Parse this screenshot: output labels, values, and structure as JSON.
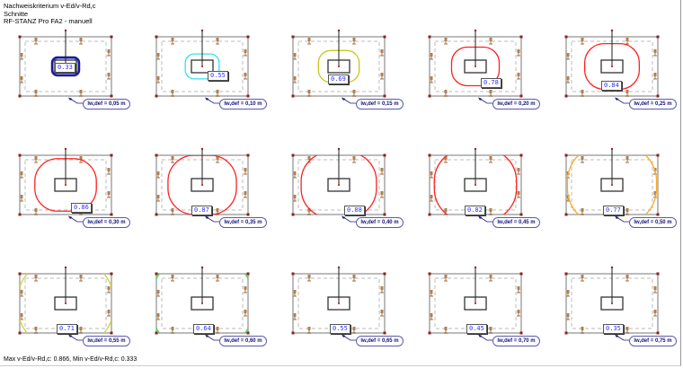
{
  "header": {
    "line1": "Nachweiskriterium v-Ed/v-Rd,c",
    "line2": "Schnitte",
    "line3": "RF-STANZ Pro FA2 - manuell"
  },
  "panels": [
    {
      "lw": "lw,def = 0,05 m",
      "value": "0.33",
      "color": "#1a1a9a"
    },
    {
      "lw": "lw,def = 0,10 m",
      "value": "0.55",
      "color": "#30e0f0"
    },
    {
      "lw": "lw,def = 0,15 m",
      "value": "0.69",
      "color": "#c8c820"
    },
    {
      "lw": "lw,def = 0,20 m",
      "value": "0.78",
      "color": "#ff2020"
    },
    {
      "lw": "lw,def = 0,25 m",
      "value": "0.84",
      "color": "#ff2020"
    },
    {
      "lw": "lw,def = 0,30 m",
      "value": "0.86",
      "color": "#ff2020"
    },
    {
      "lw": "lw,def = 0,35 m",
      "value": "0.87",
      "color": "#ff2020"
    },
    {
      "lw": "lw,def = 0,40 m",
      "value": "0.88",
      "color": "#ff2020"
    },
    {
      "lw": "lw,def = 0,45 m",
      "value": "0.82",
      "color": "#ff2020"
    },
    {
      "lw": "lw,def = 0,50 m",
      "value": "0.77",
      "color": "#ffa820"
    },
    {
      "lw": "lw,def = 0,55 m",
      "value": "0.71",
      "color": "#d0d040"
    },
    {
      "lw": "lw,def = 0,60 m",
      "value": "0.64",
      "color": "#40e040"
    },
    {
      "lw": "lw,def = 0,65 m",
      "value": "0.55",
      "color": "#30e8f0"
    },
    {
      "lw": "lw,def = 0,70 m",
      "value": "0.45",
      "color": "#2020e0"
    },
    {
      "lw": "lw,def = 0,75 m",
      "value": "0.35",
      "color": "#1a1a8a"
    }
  ],
  "footer": "Max v-Ed/v-Rd,c: 0.866, Min v-Ed/v-Rd,c: 0.333"
}
